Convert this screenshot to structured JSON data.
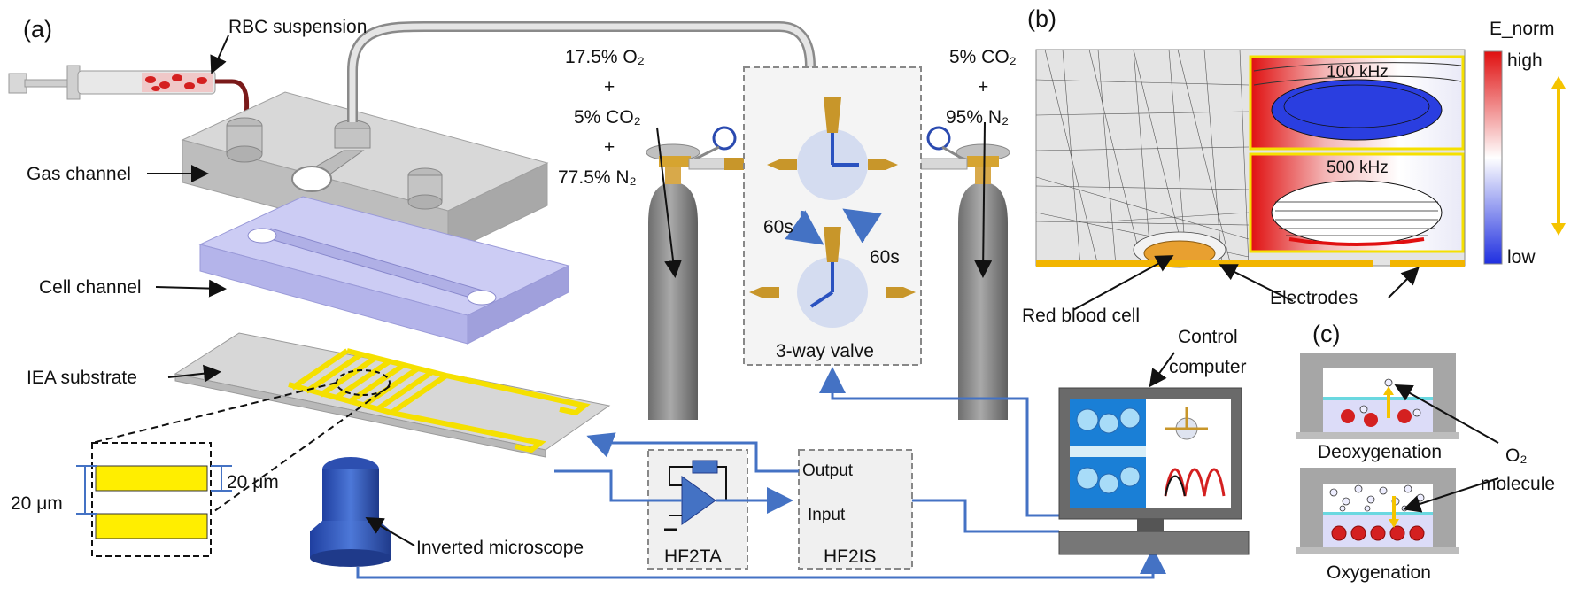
{
  "panels": {
    "a": "(a)",
    "b": "(b)",
    "c": "(c)"
  },
  "labels": {
    "rbc_suspension": "RBC suspension",
    "gas_channel": "Gas channel",
    "cell_channel": "Cell channel",
    "iea_substrate": "IEA substrate",
    "width_left": "20 μm",
    "width_right": "20 μm",
    "inverted_microscope": "Inverted microscope",
    "valve": "3-way valve",
    "time_left": "60s",
    "time_right": "60s",
    "hf2ta": "HF2TA",
    "hf2is": "HF2IS",
    "output": "Output",
    "input": "Input",
    "control_computer_1": "Control",
    "control_computer_2": "computer",
    "red_blood_cell": "Red blood cell",
    "electrodes": "Electrodes",
    "freq_100": "100 kHz",
    "freq_500": "500 kHz",
    "enorm": "E_norm",
    "high": "high",
    "low": "low",
    "deoxygenation": "Deoxygenation",
    "oxygenation": "Oxygenation",
    "o2_label": "O₂",
    "molecule": "molecule"
  },
  "gas_left": {
    "line1": "17.5% O₂",
    "plus1": "+",
    "line2": "5% CO₂",
    "plus2": "+",
    "line3": "77.5% N₂"
  },
  "gas_right": {
    "line1": "5% CO₂",
    "plus1": "+",
    "line2": "95% N₂"
  },
  "colors": {
    "electrode": "#ffee00",
    "connector_blue": "#4472c4",
    "cylinder": "#8c8c8c",
    "cell_channel": "#b8b8f0",
    "gas_channel": "#c8c8c8",
    "brass": "#c89a2a",
    "rbc_red": "#d42020",
    "field_high": "#e01010",
    "field_low": "#1f3fe0"
  }
}
